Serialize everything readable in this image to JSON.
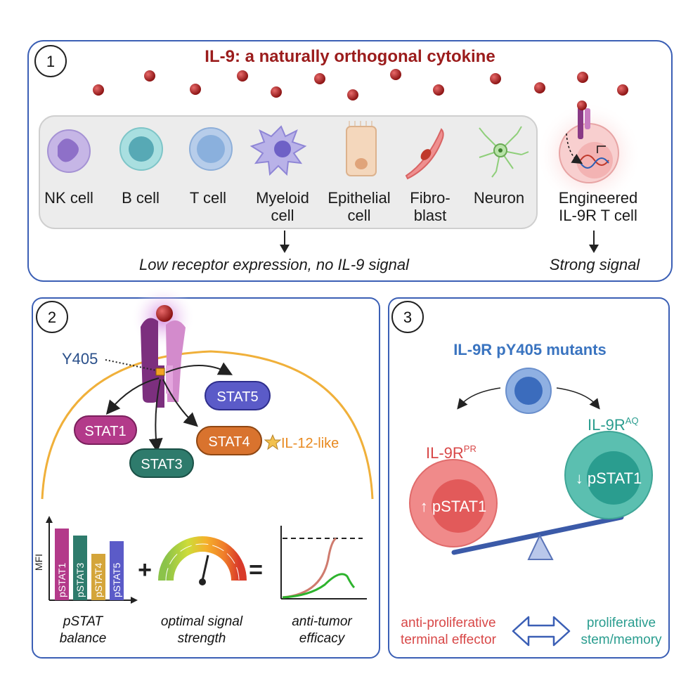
{
  "panel1": {
    "number": "1",
    "title": "IL-9: a naturally orthogonal cytokine",
    "cells": [
      {
        "line1": "NK cell",
        "line2": ""
      },
      {
        "line1": "B cell",
        "line2": ""
      },
      {
        "line1": "T cell",
        "line2": ""
      },
      {
        "line1": "Myeloid",
        "line2": "cell"
      },
      {
        "line1": "Epithelial",
        "line2": "cell"
      },
      {
        "line1": "Fibro-",
        "line2": "blast"
      },
      {
        "line1": "Neuron",
        "line2": ""
      }
    ],
    "engineered_line1": "Engineered",
    "engineered_line2": "IL-9R T cell",
    "low_text": "Low receptor expression, no IL-9 signal",
    "strong_text": "Strong signal",
    "colors": {
      "title": "#9b1c1c",
      "border": "#3b5fb5",
      "cytokine": "#a51d1d"
    }
  },
  "panel2": {
    "number": "2",
    "y405": "Y405",
    "stats": [
      "STAT1",
      "STAT3",
      "STAT4",
      "STAT5"
    ],
    "il12": "IL-12-like",
    "mfi": "MFI",
    "bars": [
      "pSTAT1",
      "pSTAT3",
      "pSTAT4",
      "pSTAT5"
    ],
    "plus": "+",
    "equals": "=",
    "cap1_line1": "pSTAT",
    "cap1_line2": "balance",
    "cap2_line1": "optimal signal",
    "cap2_line2": "strength",
    "cap3_line1": "anti-tumor",
    "cap3_line2": "efficacy",
    "colors": {
      "stat1": "#b33a8a",
      "stat3": "#2e7b6c",
      "stat4": "#d9732e",
      "stat5": "#5b5bc8",
      "il12": "#e8891f"
    }
  },
  "panel3": {
    "number": "3",
    "title": "IL-9R pY405 mutants",
    "pr_base": "IL-9R",
    "pr_sup": "PR",
    "aq_base": "IL-9R",
    "aq_sup": "AQ",
    "pr_cell": "↑ pSTAT1",
    "aq_cell": "↓ pSTAT1",
    "left_line1": "anti-proliferative",
    "left_line2": "terminal effector",
    "right_line1": "proliferative",
    "right_line2": "stem/memory",
    "colors": {
      "title": "#3a74c0",
      "pr": "#d84848",
      "aq": "#2a9d8f"
    }
  }
}
